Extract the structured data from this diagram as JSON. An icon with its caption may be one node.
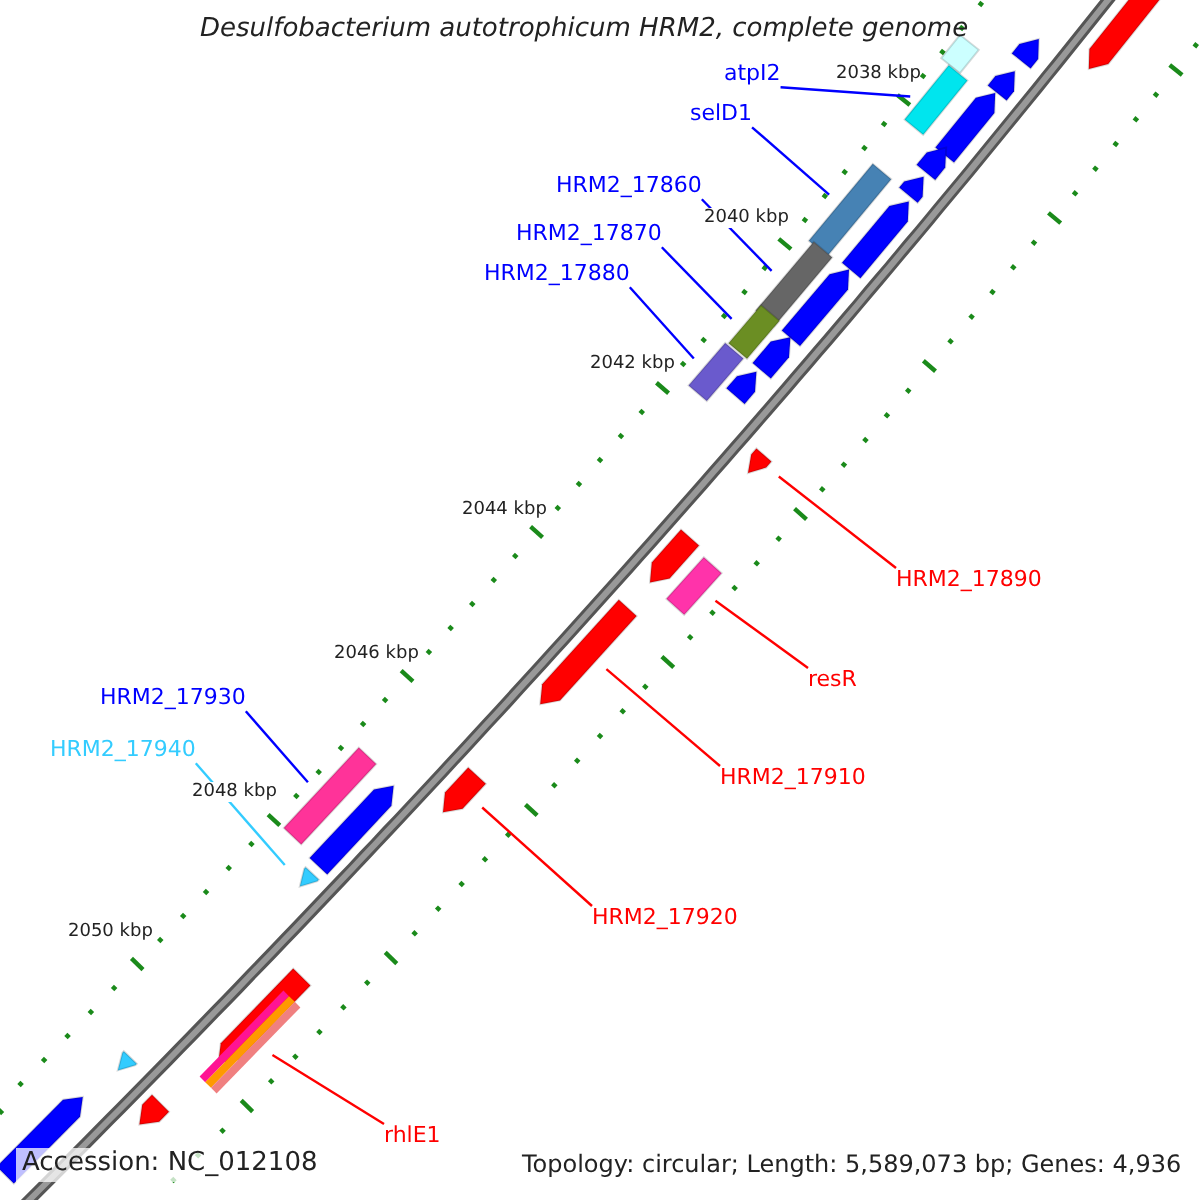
{
  "diagram": {
    "title": "Desulfobacterium autotrophicum HRM2, complete genome",
    "nodes": [
      {
        "text": [
          "atpI2"
        ]
      },
      {
        "text": [],
        "shape": "bar"
      },
      {
        "text": [
          "selD1"
        ]
      },
      {
        "text": [],
        "shape": "bar"
      },
      {
        "text": [
          "HRM2_17860"
        ]
      },
      {
        "text": [],
        "shape": "bar"
      },
      {
        "text": [
          "HRM2_17870"
        ]
      },
      {
        "text": [],
        "shape": "bar"
      },
      {
        "text": [
          "HRM2_17880"
        ]
      },
      {
        "text": [],
        "shape": "bar"
      },
      {
        "text": [
          "HRM2_17890"
        ]
      },
      {
        "text": [],
        "shape": "arrow"
      },
      {
        "text": [
          "resR"
        ]
      },
      {
        "text": [],
        "shape": "bar"
      },
      {
        "text": [
          "HRM2_17910"
        ]
      },
      {
        "text": [],
        "shape": "arrow"
      },
      {
        "text": [
          "HRM2_17930"
        ]
      },
      {
        "text": [],
        "shape": "bar"
      },
      {
        "text": [
          "HRM2_17940"
        ]
      },
      {
        "text": [],
        "shape": "arrow"
      },
      {
        "text": [
          "HRM2_17920"
        ]
      },
      {
        "text": [],
        "shape": "arrow"
      },
      {
        "text": [
          "rhlE1"
        ]
      },
      {
        "text": [],
        "shape": "bar"
      }
    ],
    "edges": [
      {
        "from": 0,
        "to": 1,
        "arrow": "none"
      },
      {
        "from": 2,
        "to": 3,
        "arrow": "none"
      },
      {
        "from": 4,
        "to": 5,
        "arrow": "none"
      },
      {
        "from": 6,
        "to": 7,
        "arrow": "none"
      },
      {
        "from": 8,
        "to": 9,
        "arrow": "none"
      },
      {
        "from": 10,
        "to": 11,
        "arrow": "none",
        "color": "#ff0000"
      },
      {
        "from": 12,
        "to": 13,
        "arrow": "none",
        "color": "#ff0000"
      },
      {
        "from": 14,
        "to": 15,
        "arrow": "none",
        "color": "#ff0000"
      },
      {
        "from": 16,
        "to": 17,
        "arrow": "none"
      },
      {
        "from": 18,
        "to": 19,
        "arrow": "none",
        "color": "#33ccff"
      },
      {
        "from": 20,
        "to": 21,
        "arrow": "none",
        "color": "#ff0000"
      },
      {
        "from": 22,
        "to": 23,
        "arrow": "none",
        "color": "#ff0000"
      }
    ],
    "labels": [
      "2038 kbp",
      "2040 kbp",
      "2042 kbp",
      "2044 kbp",
      "2046 kbp",
      "2048 kbp",
      "2050 kbp",
      "Accession: NC_012108",
      "Topology: circular; Length: 5,589,073 bp; Genes: 4,936"
    ]
  }
}
